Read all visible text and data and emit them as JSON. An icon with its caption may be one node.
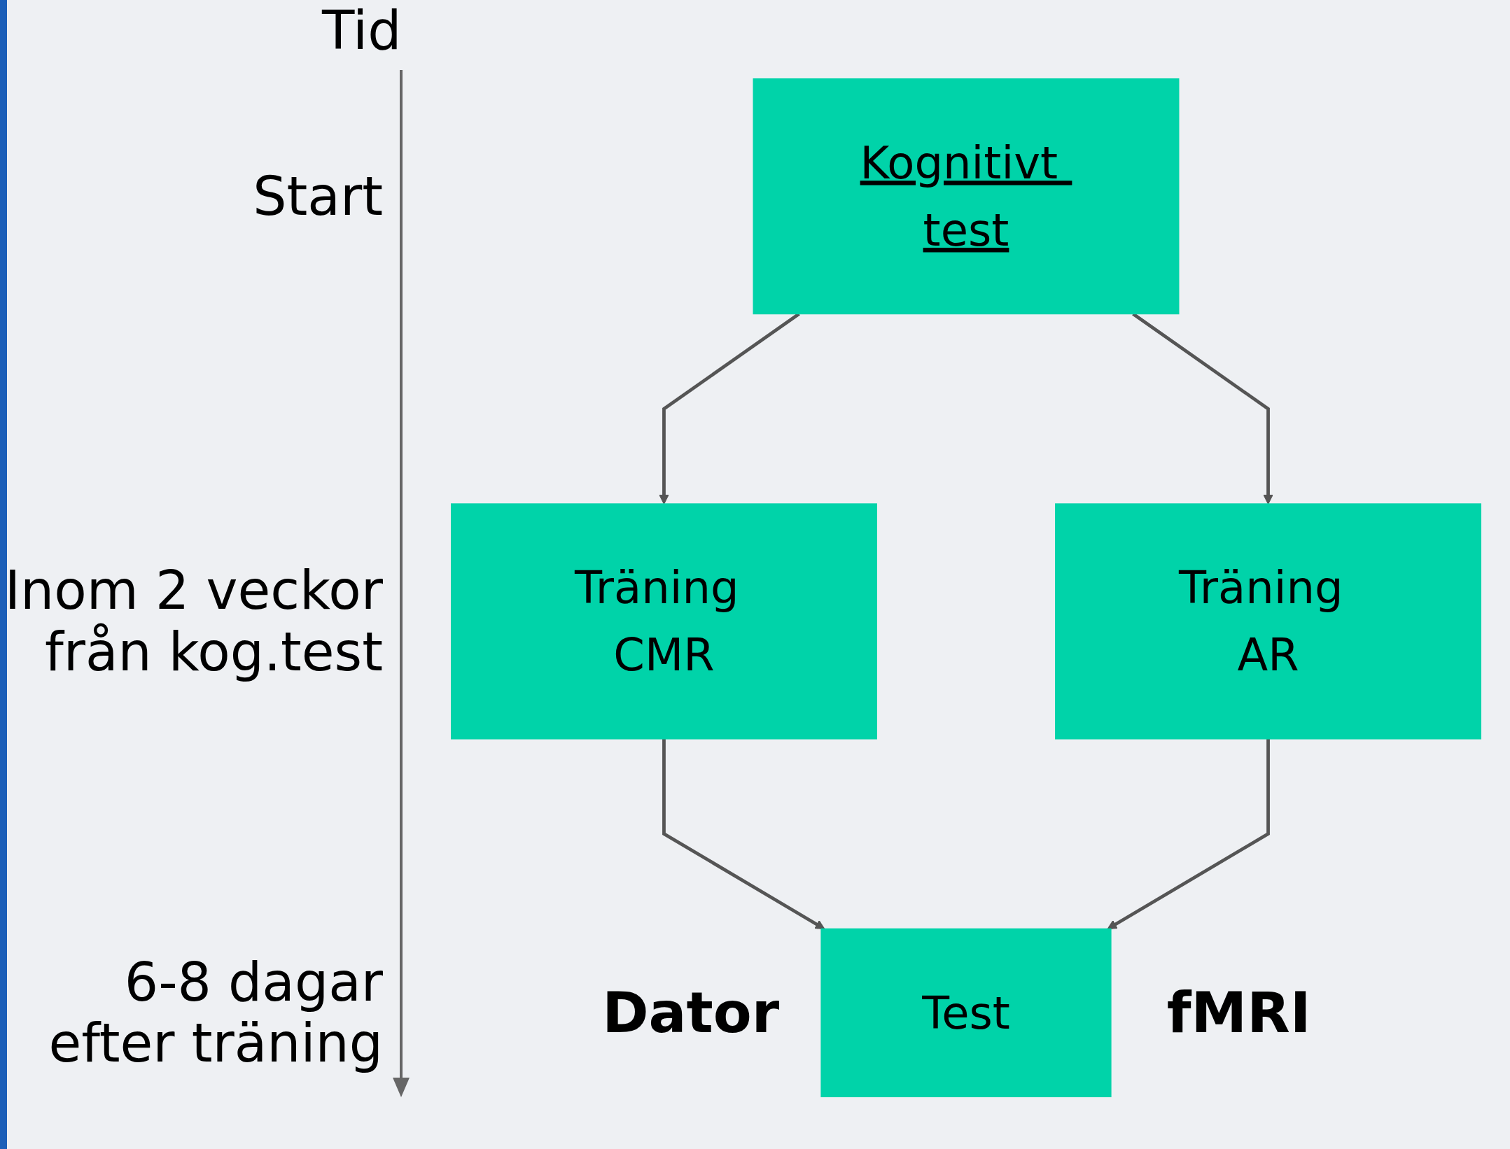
{
  "diagram": {
    "nodes": [
      {
        "text": [
          "Kognitivt test"
        ]
      },
      {
        "text": [
          "Träning CMR"
        ]
      },
      {
        "text": [
          "Träning AR"
        ]
      },
      {
        "text": [
          "Test"
        ],
        "beside": [
          "Dator",
          "fMRI"
        ]
      }
    ],
    "edges": [
      {
        "from": 0,
        "to": 1,
        "arrow": "to"
      },
      {
        "from": 0,
        "to": 2,
        "arrow": "to"
      },
      {
        "from": 1,
        "to": 3,
        "arrow": "to"
      },
      {
        "from": 2,
        "to": 3,
        "arrow": "to"
      }
    ],
    "labels": [
      "Tid",
      "Start",
      "Inom 2 veckor från kog.test",
      "6-8 dagar efter träning"
    ]
  }
}
